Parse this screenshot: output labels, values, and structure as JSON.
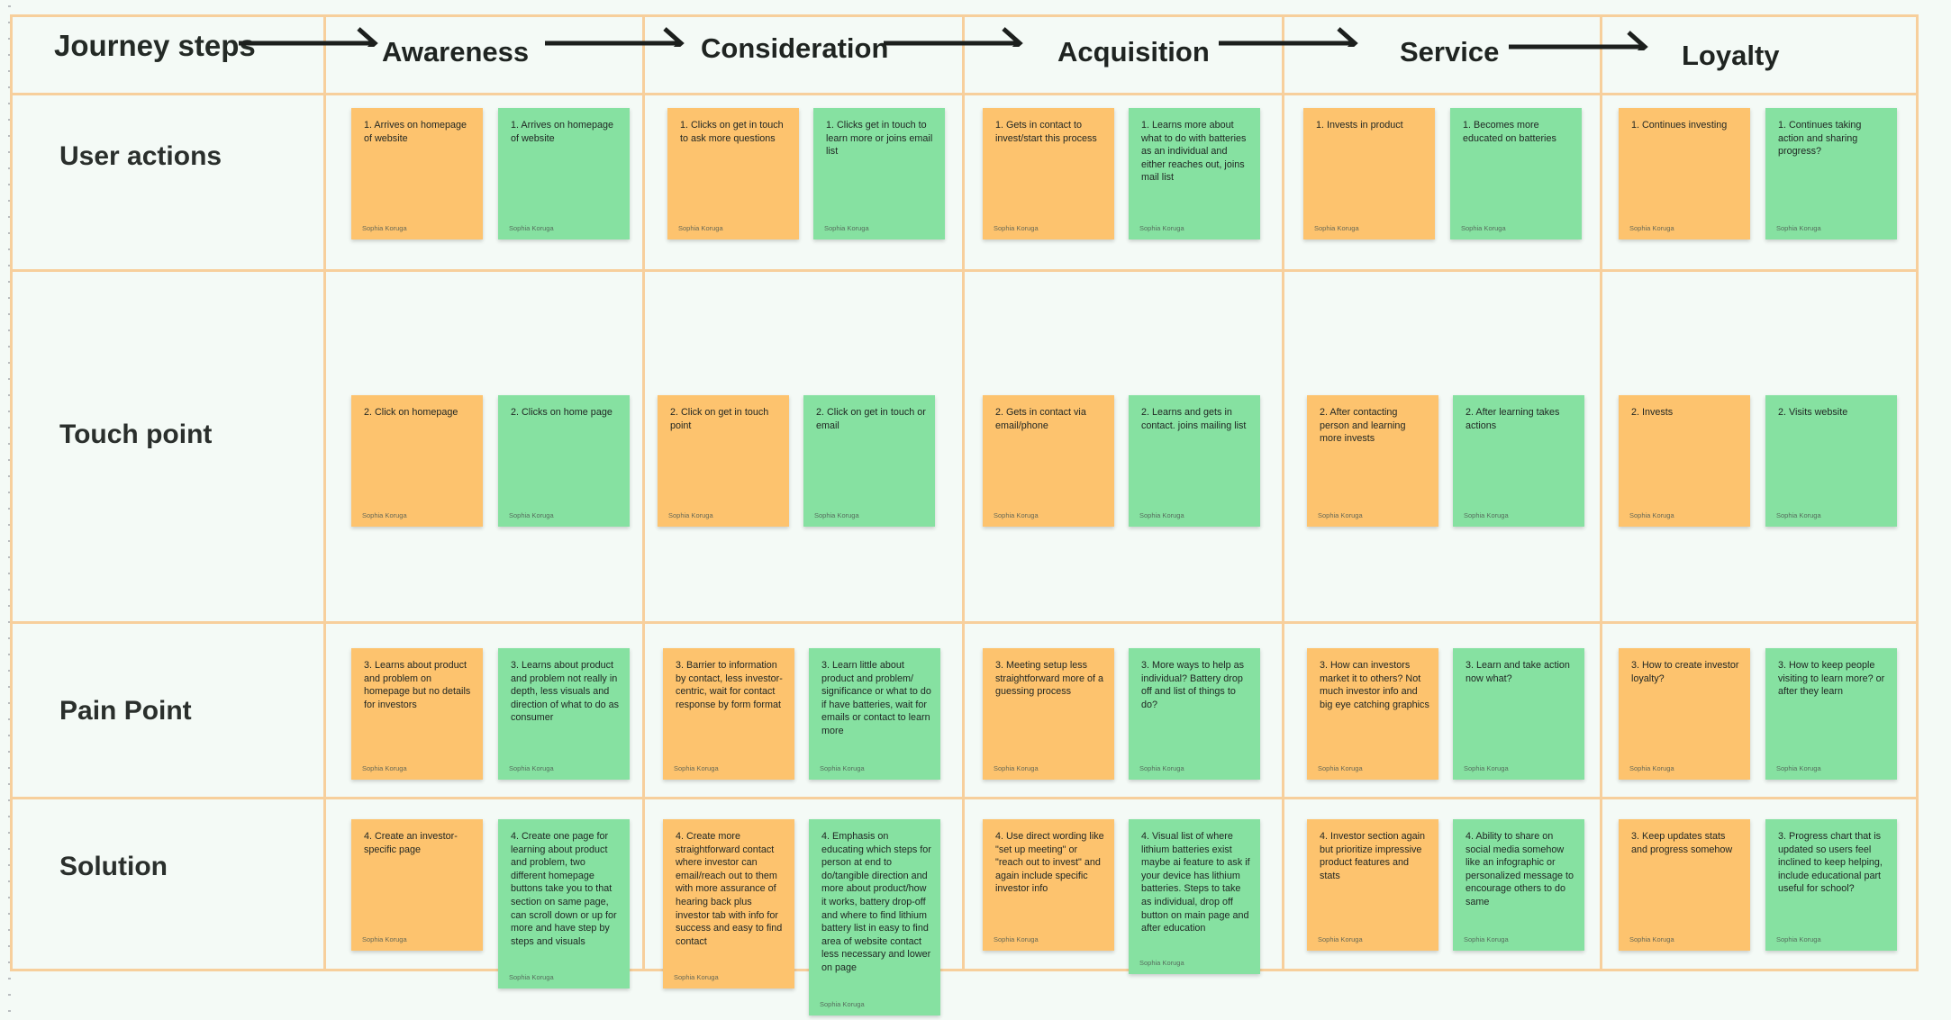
{
  "board": {
    "header_label": "Journey steps",
    "stages": [
      "Awareness",
      "Consideration",
      "Acquisition",
      "Service",
      "Loyalty"
    ],
    "rows": [
      "User actions",
      "Touch point",
      "Pain Point",
      "Solution"
    ],
    "colors": {
      "orange_note": "#fdc36e",
      "green_note": "#86e1a1",
      "grid_line": "#f7cf9c",
      "background": "#f4faf6"
    },
    "icons": {
      "stage_arrow": "arrow-right-icon"
    }
  },
  "notes": [
    {
      "row": 0,
      "stage": 0,
      "color": "orange",
      "text": "1. Arrives on homepage of website",
      "author": "Sophia Koruga"
    },
    {
      "row": 0,
      "stage": 0,
      "color": "green",
      "text": "1. Arrives on homepage of website",
      "author": "Sophia Koruga"
    },
    {
      "row": 0,
      "stage": 1,
      "color": "orange",
      "text": "1. Clicks on get in touch to ask more questions",
      "author": "Sophia Koruga"
    },
    {
      "row": 0,
      "stage": 1,
      "color": "green",
      "text": "1. Clicks get in touch to learn more or joins email list",
      "author": "Sophia Koruga"
    },
    {
      "row": 0,
      "stage": 2,
      "color": "orange",
      "text": "1. Gets in contact to invest/start this process",
      "author": "Sophia Koruga"
    },
    {
      "row": 0,
      "stage": 2,
      "color": "green",
      "text": "1. Learns more about what to do with batteries as an individual and either reaches out, joins mail list",
      "author": "Sophia Koruga"
    },
    {
      "row": 0,
      "stage": 3,
      "color": "orange",
      "text": "1. Invests in product",
      "author": "Sophia Koruga"
    },
    {
      "row": 0,
      "stage": 3,
      "color": "green",
      "text": "1. Becomes more educated on batteries",
      "author": "Sophia Koruga"
    },
    {
      "row": 0,
      "stage": 4,
      "color": "orange",
      "text": "1. Continues investing",
      "author": "Sophia Koruga"
    },
    {
      "row": 0,
      "stage": 4,
      "color": "green",
      "text": "1. Continues taking action and sharing progress?",
      "author": "Sophia Koruga"
    },
    {
      "row": 1,
      "stage": 0,
      "color": "orange",
      "text": "2. Click on homepage",
      "author": "Sophia Koruga"
    },
    {
      "row": 1,
      "stage": 0,
      "color": "green",
      "text": "2. Clicks on home page",
      "author": "Sophia Koruga"
    },
    {
      "row": 1,
      "stage": 1,
      "color": "orange",
      "text": "2. Click on get in touch point",
      "author": "Sophia Koruga"
    },
    {
      "row": 1,
      "stage": 1,
      "color": "green",
      "text": "2. Click on get in touch or email",
      "author": "Sophia Koruga"
    },
    {
      "row": 1,
      "stage": 2,
      "color": "orange",
      "text": "2. Gets in contact via email/phone",
      "author": "Sophia Koruga"
    },
    {
      "row": 1,
      "stage": 2,
      "color": "green",
      "text": "2. Learns and gets in contact. joins mailing list",
      "author": "Sophia Koruga"
    },
    {
      "row": 1,
      "stage": 3,
      "color": "orange",
      "text": "2. After contacting person and learning more invests",
      "author": "Sophia Koruga"
    },
    {
      "row": 1,
      "stage": 3,
      "color": "green",
      "text": "2. After learning takes actions",
      "author": "Sophia Koruga"
    },
    {
      "row": 1,
      "stage": 4,
      "color": "orange",
      "text": "2. Invests",
      "author": "Sophia Koruga"
    },
    {
      "row": 1,
      "stage": 4,
      "color": "green",
      "text": "2. Visits website",
      "author": "Sophia Koruga"
    },
    {
      "row": 2,
      "stage": 0,
      "color": "orange",
      "text": "3. Learns about product and problem on homepage but no details for investors",
      "author": "Sophia Koruga"
    },
    {
      "row": 2,
      "stage": 0,
      "color": "green",
      "text": "3. Learns about product and problem not really in depth, less visuals and direction of what to do as consumer",
      "author": "Sophia Koruga"
    },
    {
      "row": 2,
      "stage": 1,
      "color": "orange",
      "text": "3. Barrier to information by contact, less investor-centric, wait for contact response by form format",
      "author": "Sophia Koruga"
    },
    {
      "row": 2,
      "stage": 1,
      "color": "green",
      "text": "3. Learn little about product and problem/ significance or what to do if have batteries, wait for emails or contact to learn more",
      "author": "Sophia Koruga"
    },
    {
      "row": 2,
      "stage": 2,
      "color": "orange",
      "text": "3. Meeting setup less straightforward more of a guessing process",
      "author": "Sophia Koruga"
    },
    {
      "row": 2,
      "stage": 2,
      "color": "green",
      "text": "3. More ways to help as individual? Battery drop off and list of things to do?",
      "author": "Sophia Koruga"
    },
    {
      "row": 2,
      "stage": 3,
      "color": "orange",
      "text": "3. How can investors market it to others? Not much investor info and big eye catching graphics",
      "author": "Sophia Koruga"
    },
    {
      "row": 2,
      "stage": 3,
      "color": "green",
      "text": "3. Learn and take action now what?",
      "author": "Sophia Koruga"
    },
    {
      "row": 2,
      "stage": 4,
      "color": "orange",
      "text": "3. How to create investor loyalty?",
      "author": "Sophia Koruga"
    },
    {
      "row": 2,
      "stage": 4,
      "color": "green",
      "text": "3. How to keep people visiting to learn more? or after they learn",
      "author": "Sophia Koruga"
    },
    {
      "row": 3,
      "stage": 0,
      "color": "orange",
      "text": "4. Create an investor-specific page",
      "author": "Sophia Koruga"
    },
    {
      "row": 3,
      "stage": 0,
      "color": "green",
      "text": "4. Create one page for learning about product and problem, two different homepage buttons take you to that section on same page, can scroll down or up for more and have step by steps and visuals",
      "author": "Sophia Koruga"
    },
    {
      "row": 3,
      "stage": 1,
      "color": "orange",
      "text": "4. Create more straightforward contact where investor can email/reach out to them with more assurance of hearing back plus investor tab with info for success and easy to find contact",
      "author": "Sophia Koruga"
    },
    {
      "row": 3,
      "stage": 1,
      "color": "green",
      "text": "4. Emphasis on educating which steps for person at end to do/tangible direction and more about product/how it works, battery drop-off and where to find lithium battery list in easy to find area of website contact less necessary and lower on page",
      "author": "Sophia Koruga"
    },
    {
      "row": 3,
      "stage": 2,
      "color": "orange",
      "text": "4. Use direct wording like \"set up meeting\" or \"reach out to invest\" and again include specific investor info",
      "author": "Sophia Koruga"
    },
    {
      "row": 3,
      "stage": 2,
      "color": "green",
      "text": "4. Visual list of where lithium batteries exist maybe ai feature to ask if your device has lithium batteries. Steps to take as individual, drop off button on main page and after education",
      "author": "Sophia Koruga"
    },
    {
      "row": 3,
      "stage": 3,
      "color": "orange",
      "text": "4. Investor section again but prioritize impressive product features and stats",
      "author": "Sophia Koruga"
    },
    {
      "row": 3,
      "stage": 3,
      "color": "green",
      "text": "4. Ability to share on social media somehow like an infographic or personalized message to encourage others to do same",
      "author": "Sophia Koruga"
    },
    {
      "row": 3,
      "stage": 4,
      "color": "orange",
      "text": "3. Keep updates stats and progress somehow",
      "author": "Sophia Koruga"
    },
    {
      "row": 3,
      "stage": 4,
      "color": "green",
      "text": "3. Progress chart that is updated so users feel inclined to keep helping, include educational part useful for school?",
      "author": "Sophia Koruga"
    }
  ]
}
